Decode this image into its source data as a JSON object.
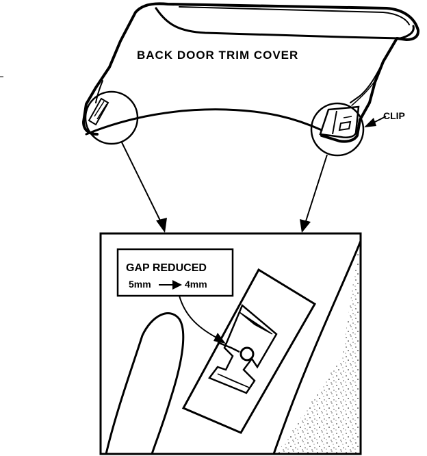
{
  "labels": {
    "part_name": "BACK DOOR TRIM COVER",
    "clip": "CLIP",
    "gap_title": "GAP REDUCED",
    "gap_from": "5mm",
    "gap_to": "4mm"
  },
  "colors": {
    "line": "#000000",
    "background": "#ffffff"
  }
}
